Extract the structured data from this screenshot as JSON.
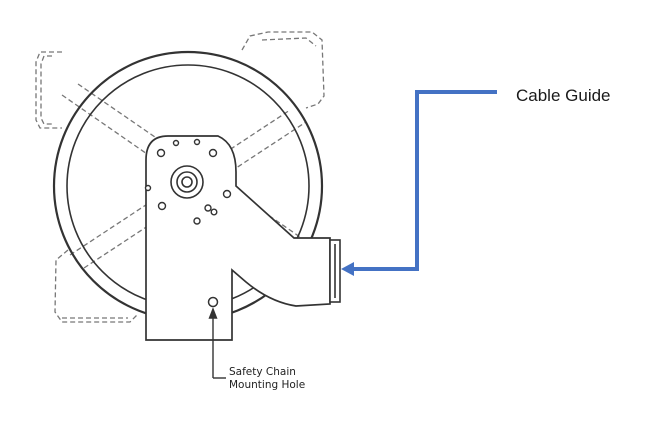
{
  "callout": {
    "label": "Cable Guide",
    "arrow_color": "#4472C4"
  },
  "annotation": {
    "line1": "Safety Chain",
    "line2": "Mounting Hole"
  },
  "drawing": {
    "line_color": "#333333",
    "dash_color": "#777777"
  }
}
